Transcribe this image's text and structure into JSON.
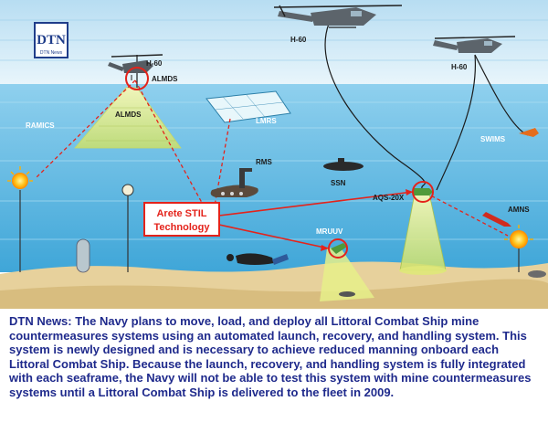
{
  "logo": {
    "letters": "DTN",
    "sub": "DTN News"
  },
  "labels": {
    "h60_left": "H-60",
    "almds_top": "ALMDS",
    "almds": "ALMDS",
    "ramics": "RAMICS",
    "lmrs": "LMRS",
    "h60_center": "H-60",
    "h60_right": "H-60",
    "swims": "SWIMS",
    "rms": "RMS",
    "ssn": "SSN",
    "aqs": "AQS-20X",
    "amns": "AMNS",
    "mruuv": "MRUUV"
  },
  "callout": {
    "line1": "Arete STIL",
    "line2": "Technology"
  },
  "caption": "DTN News: The Navy plans to move, load, and deploy all Littoral Combat Ship mine countermeasures systems using an automated launch, recovery, and handling system. This system is newly designed and is necessary to achieve reduced manning onboard each Littoral Combat Ship. Because the launch, recovery, and handling system is fully integrated with each seaframe, the Navy will not be able to test this system with mine countermeasures systems until a Littoral Combat Ship is delivered to the fleet in 2009.",
  "colors": {
    "sky": "#cde8f6",
    "water": "#6fc3e6",
    "seabed": "#e9d6a6",
    "callout": "#e4231b",
    "caption": "#1f2a8c",
    "cone": "#e6f08a"
  }
}
